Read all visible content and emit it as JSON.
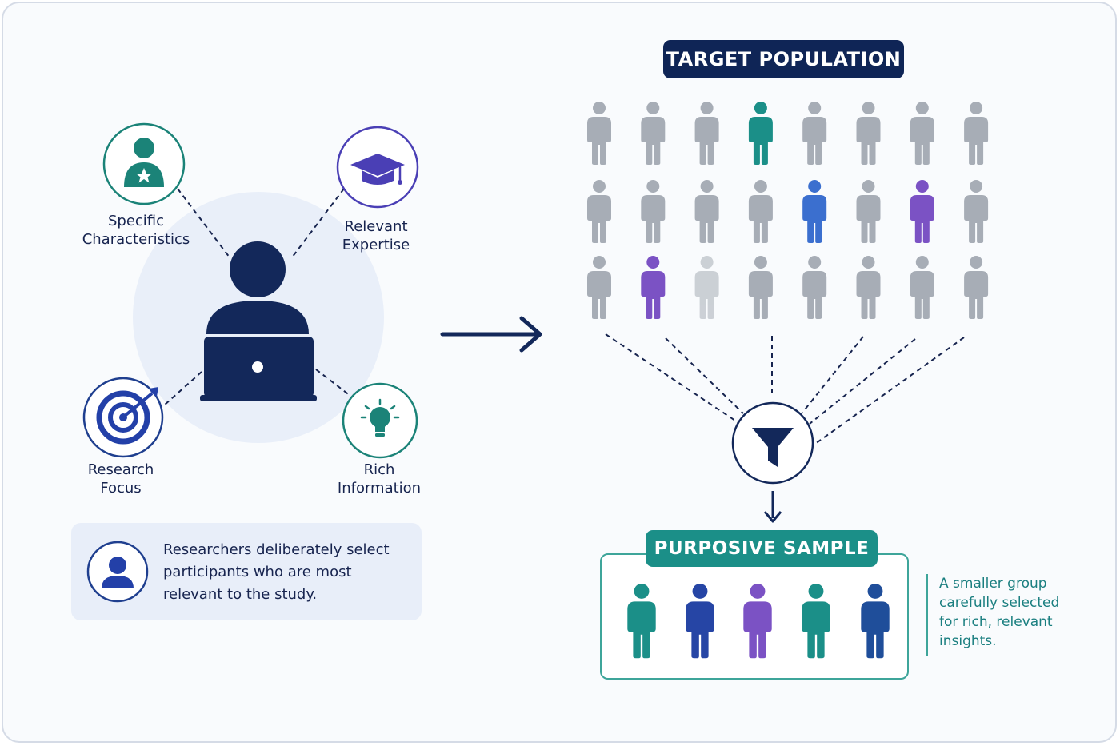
{
  "left": {
    "features": [
      {
        "label_lines": [
          "Specific",
          "Characteristics"
        ],
        "icon": "user-star-icon",
        "color": "#1b8378"
      },
      {
        "label_lines": [
          "Relevant",
          "Expertise"
        ],
        "icon": "graduation-cap-icon",
        "color": "#4a3fb5"
      },
      {
        "label_lines": [
          "Research",
          "Focus"
        ],
        "icon": "target-arrow-icon",
        "color": "#2340a8"
      },
      {
        "label_lines": [
          "Rich",
          "Information"
        ],
        "icon": "lightbulb-icon",
        "color": "#1b8378"
      }
    ],
    "center_icon": "researcher-laptop-icon",
    "info": {
      "icon": "user-icon",
      "text_lines": [
        "Researchers deliberately select",
        "participants who are most",
        "relevant to the study."
      ]
    }
  },
  "arrow_icon": "arrow-right-icon",
  "population": {
    "title": "TARGET POPULATION",
    "rows": 3,
    "cols": 8,
    "highlights": [
      {
        "row": 0,
        "col": 3,
        "color": "#1b8f88"
      },
      {
        "row": 1,
        "col": 4,
        "color": "#3b6fcf"
      },
      {
        "row": 1,
        "col": 6,
        "color": "#7b52c4"
      },
      {
        "row": 2,
        "col": 1,
        "color": "#7b52c4"
      }
    ],
    "faded": [
      {
        "row": 2,
        "col": 2
      }
    ],
    "default_color": "#a7adb6"
  },
  "filter_icon": "funnel-icon",
  "sample": {
    "title": "PURPOSIVE SAMPLE",
    "people_colors": [
      "#1b8f88",
      "#2645a5",
      "#7b52c4",
      "#1b8f88",
      "#1f4e9a"
    ],
    "note_lines": [
      "A smaller group",
      "carefully selected",
      "for rich, relevant",
      "insights."
    ]
  },
  "colors": {
    "navy": "#0f2556",
    "teal": "#1b8f88",
    "border": "#d5dbe6"
  }
}
